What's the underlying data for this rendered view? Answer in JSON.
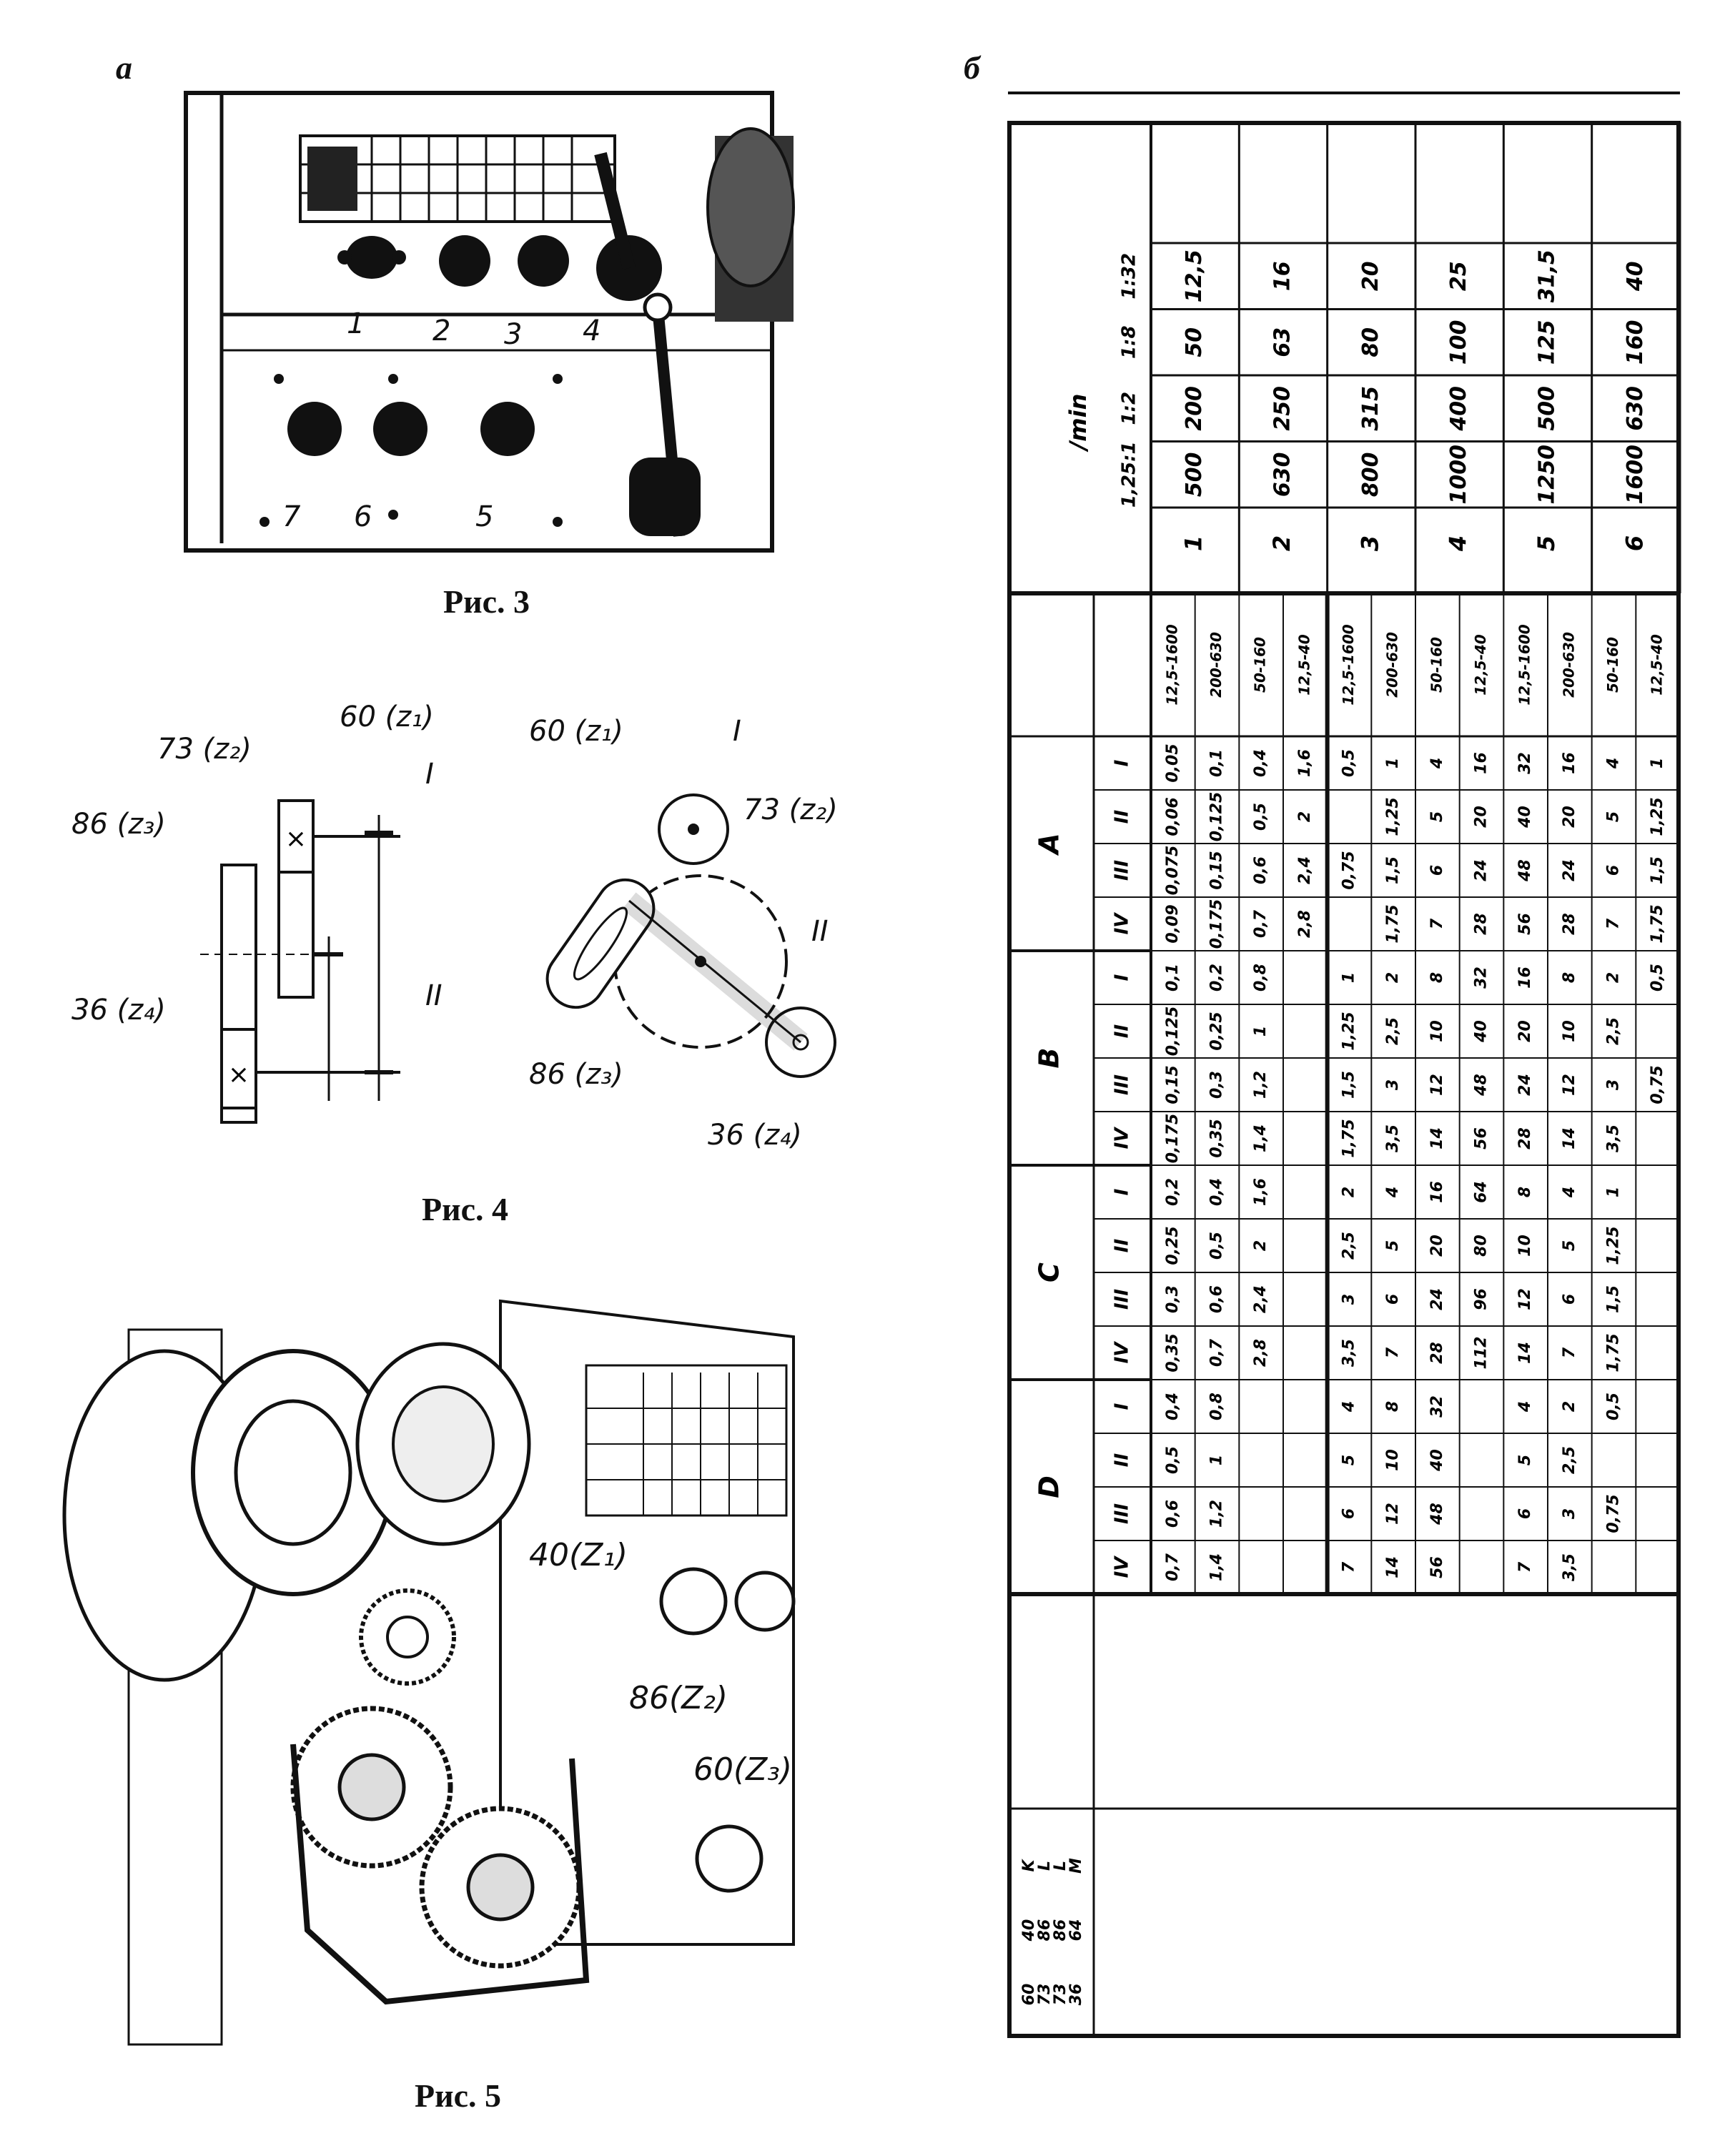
{
  "panel_a_letter": "а",
  "panel_b_letter": "б",
  "fig3": {
    "caption": "Рис. 3",
    "knob_labels": [
      "1",
      "2",
      "3",
      "4",
      "7",
      "6",
      "5"
    ]
  },
  "fig4": {
    "caption": "Рис. 4",
    "left_labels": {
      "z1": "60 (z₁)",
      "z2": "73 (z₂)",
      "z3": "86 (z₃)",
      "z4": "36 (z₄)",
      "shaft1": "I",
      "shaft2": "II"
    },
    "right_labels": {
      "z1": "60 (z₁)",
      "shaft1": "I",
      "z2": "73 (z₂)",
      "shaft2": "II",
      "z3": "86 (z₃)",
      "z4": "36 (z₄)"
    }
  },
  "fig5": {
    "caption": "Рис. 5",
    "callouts": [
      "40(Z₁)",
      "86(Z₂)",
      "60(Z₃)"
    ]
  },
  "table": {
    "rpm_header": "/min",
    "speed_rows": [
      {
        "ratio": "1:32",
        "values": [
          "12,5",
          "16",
          "20",
          "25",
          "31,5",
          "40"
        ]
      },
      {
        "ratio": "1:8",
        "values": [
          "50",
          "63",
          "80",
          "100",
          "125",
          "160"
        ]
      },
      {
        "ratio": "1:2",
        "values": [
          "200",
          "250",
          "315",
          "400",
          "500",
          "630"
        ]
      },
      {
        "ratio": "1,25:1",
        "values": [
          "500",
          "630",
          "800",
          "1000",
          "1250",
          "1600"
        ]
      }
    ],
    "positions": [
      "1",
      "2",
      "3",
      "4",
      "5",
      "6"
    ],
    "group_letters": [
      "A",
      "B",
      "C",
      "D"
    ],
    "roman": [
      "I",
      "II",
      "III",
      "IV"
    ],
    "rpm_ranges": [
      "12,5-1600",
      "200-630",
      "50-160",
      "12,5-40",
      "12,5-1600",
      "200-630",
      "50-160",
      "12,5-40",
      "12,5-1600",
      "200-630",
      "50-160",
      "12,5-40"
    ],
    "feed_rows": [
      [
        "0,05",
        "0,06",
        "0,075",
        "0,09",
        "0,1",
        "0,125",
        "0,15",
        "0,175",
        "0,2",
        "0,25",
        "0,3",
        "0,35",
        "0,4",
        "0,5",
        "0,6",
        "0,7"
      ],
      [
        "0,1",
        "0,125",
        "0,15",
        "0,175",
        "0,2",
        "0,25",
        "0,3",
        "0,35",
        "0,4",
        "0,5",
        "0,6",
        "0,7",
        "0,8",
        "1",
        "1,2",
        "1,4"
      ],
      [
        "0,4",
        "0,5",
        "0,6",
        "0,7",
        "0,8",
        "1",
        "1,2",
        "1,4",
        "1,6",
        "2",
        "2,4",
        "2,8",
        "",
        "",
        "",
        ""
      ],
      [
        "1,6",
        "2",
        "2,4",
        "2,8",
        "",
        "",
        "",
        "",
        "",
        "",
        "",
        "",
        "",
        "",
        "",
        ""
      ]
    ],
    "thread_rows": [
      [
        "0,5",
        "",
        "0,75",
        "",
        "1",
        "1,25",
        "1,5",
        "1,75",
        "2",
        "2,5",
        "3",
        "3,5",
        "4",
        "5",
        "6",
        "7"
      ],
      [
        "1",
        "1,25",
        "1,5",
        "1,75",
        "2",
        "2,5",
        "3",
        "3,5",
        "4",
        "5",
        "6",
        "7",
        "8",
        "10",
        "12",
        "14"
      ],
      [
        "4",
        "5",
        "6",
        "7",
        "8",
        "10",
        "12",
        "14",
        "16",
        "20",
        "24",
        "28",
        "32",
        "40",
        "48",
        "56"
      ],
      [
        "16",
        "20",
        "24",
        "28",
        "32",
        "40",
        "48",
        "56",
        "64",
        "80",
        "96",
        "112",
        "",
        "",
        "",
        ""
      ],
      [
        "32",
        "40",
        "48",
        "56",
        "16",
        "20",
        "24",
        "28",
        "8",
        "10",
        "12",
        "14",
        "4",
        "5",
        "6",
        "7"
      ],
      [
        "16",
        "20",
        "24",
        "28",
        "8",
        "10",
        "12",
        "14",
        "4",
        "5",
        "6",
        "7",
        "2",
        "2,5",
        "3",
        "3,5"
      ],
      [
        "4",
        "5",
        "6",
        "7",
        "2",
        "2,5",
        "3",
        "3,5",
        "1",
        "1,25",
        "1,5",
        "1,75",
        "0,5",
        "",
        "0,75",
        ""
      ],
      [
        "1",
        "1,25",
        "1,5",
        "1,75",
        "0,5",
        "",
        "0,75",
        "",
        "",
        "",
        "",
        "",
        "",
        "",
        "",
        ""
      ]
    ],
    "gear_header": [
      "K",
      "L",
      "L",
      "M"
    ],
    "gear_values": [
      "40",
      "86",
      "86",
      "64",
      "60",
      "73",
      "73",
      "36"
    ]
  }
}
